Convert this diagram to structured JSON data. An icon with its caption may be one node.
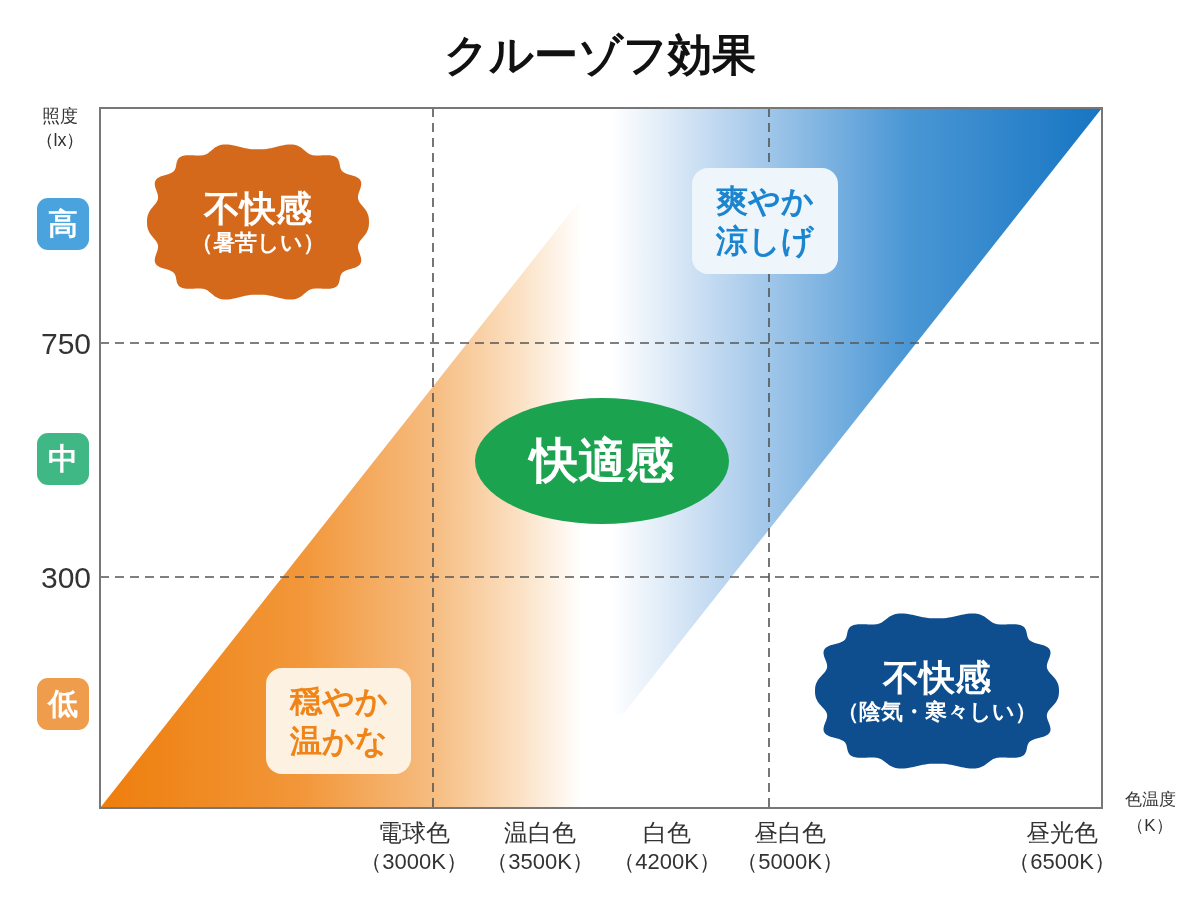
{
  "diagram": {
    "title": "クルーゾフ効果",
    "nodes": [
      {
        "text": [
          "高"
        ]
      },
      {
        "text": [
          "不快感",
          "（暑苦しい）"
        ]
      },
      {
        "text": [
          "爽やか涼しげ"
        ]
      },
      {
        "text": [
          "中"
        ]
      },
      {
        "text": [
          "快適感"
        ]
      },
      {
        "text": [
          "低"
        ]
      },
      {
        "text": [
          "穏やか温かな"
        ]
      },
      {
        "text": [
          "不快感",
          "（陰気・寒々しい）"
        ]
      }
    ],
    "labels": [
      "照度",
      "（lx）",
      "750",
      "300",
      "色温度",
      "（K）",
      "電球色",
      "（3000K）",
      "温白色",
      "（3500K）",
      "白色",
      "（4200K）",
      "昼白色",
      "（5000K）",
      "昼光色",
      "（6500K）"
    ]
  }
}
